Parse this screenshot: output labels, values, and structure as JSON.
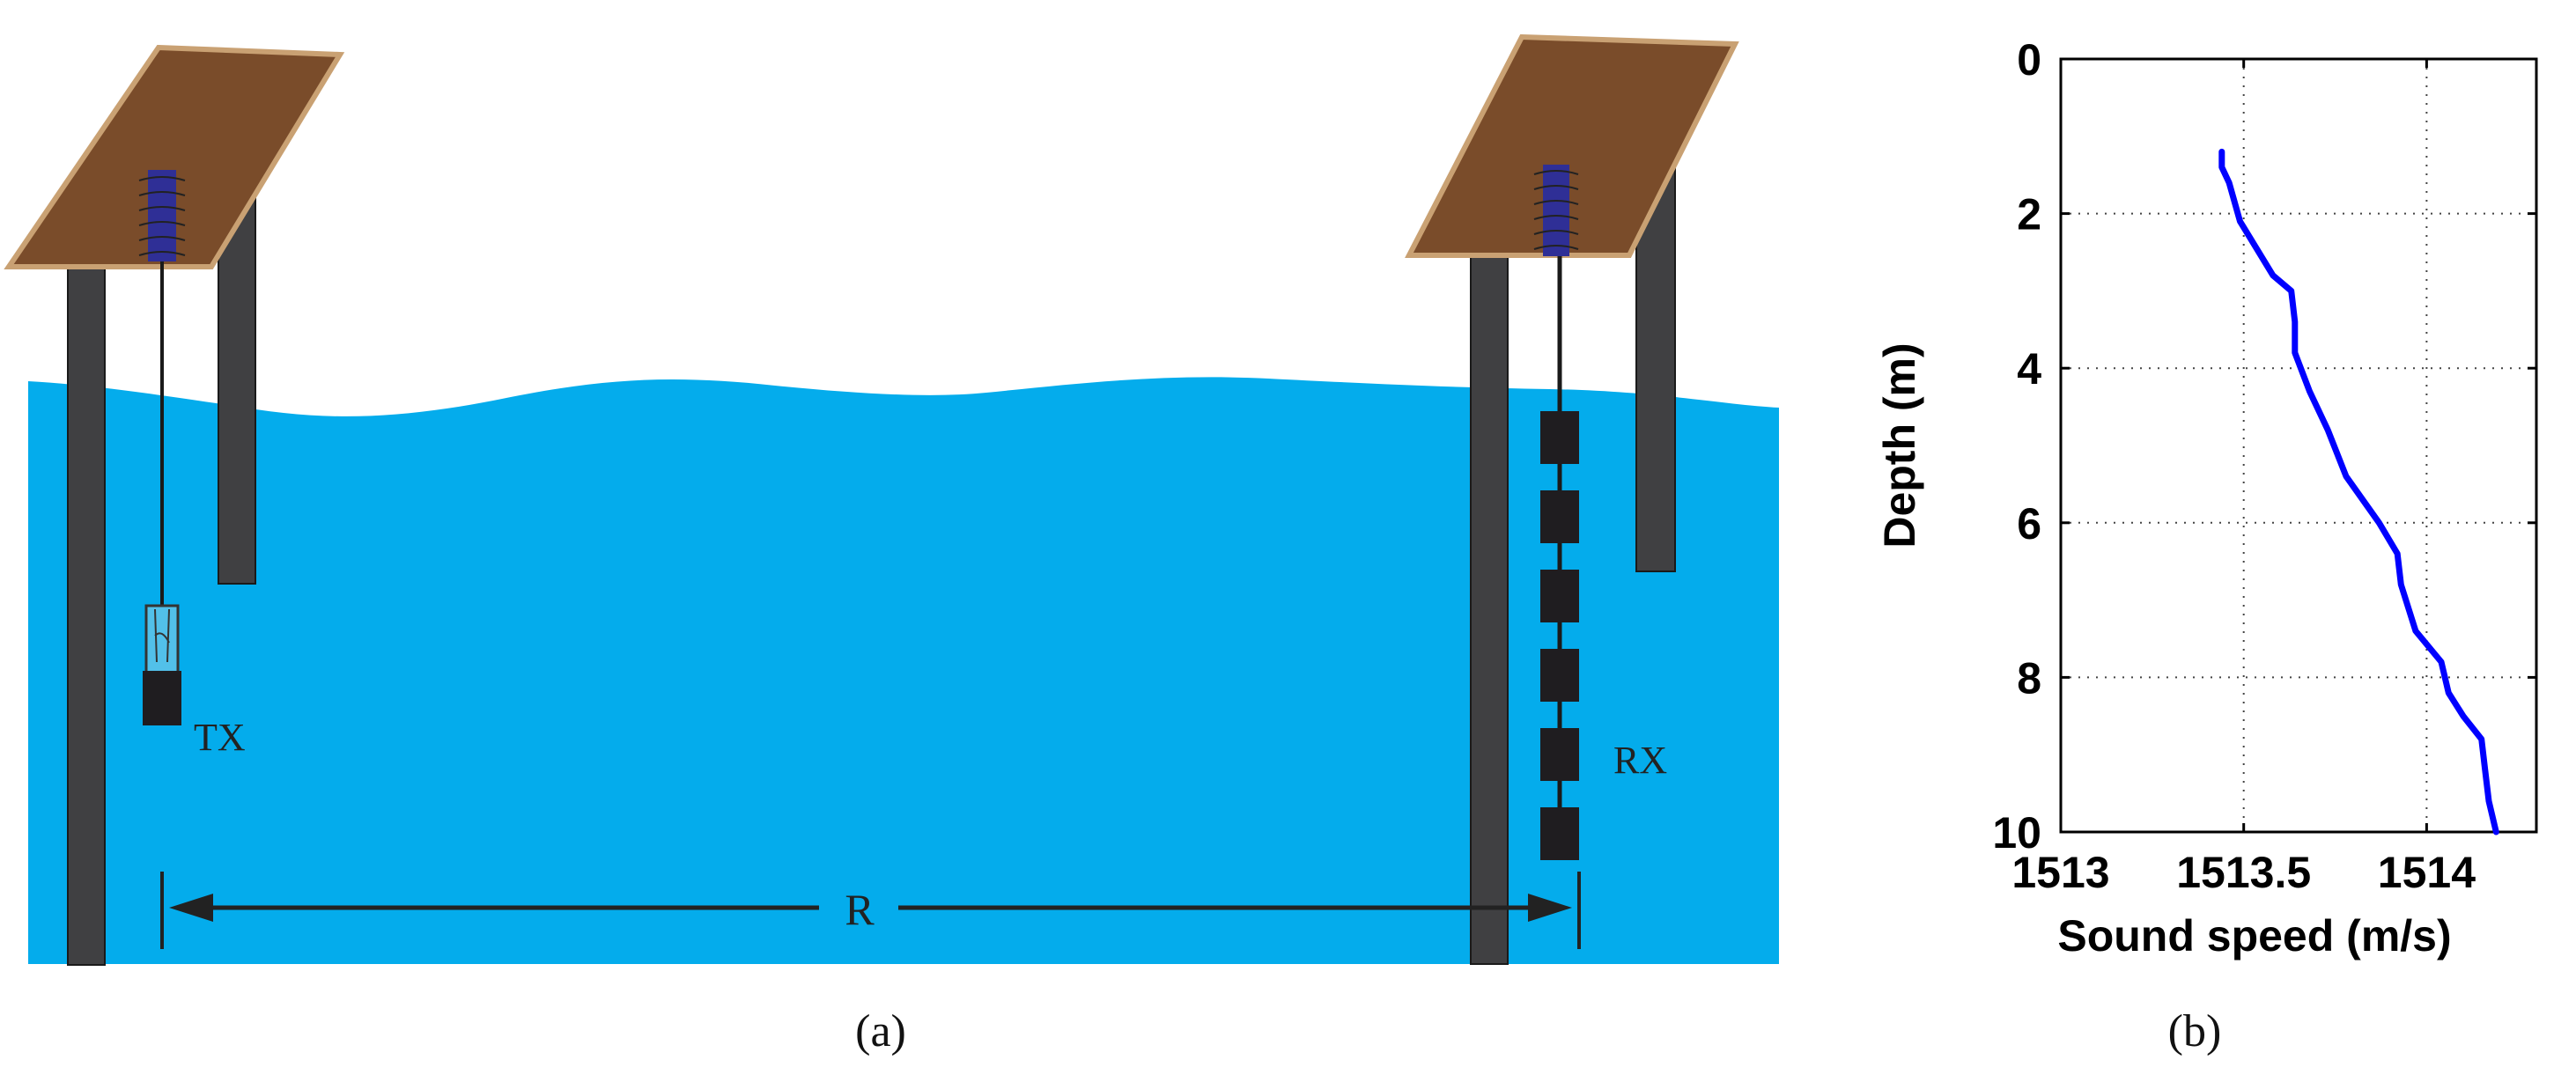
{
  "diagram": {
    "labels": {
      "transmitter": "TX",
      "receiver": "RX",
      "range": "R"
    },
    "caption": "(a)",
    "receiver_element_count": 6,
    "colors": {
      "water": "#04acec",
      "pole": "#404042",
      "platform": "#7a4c2a",
      "platform_edge": "#c9a173",
      "winch": "#2f2f96",
      "hydrophone": "#1f1d20",
      "line": "#111111"
    }
  },
  "chart_data": {
    "type": "line",
    "caption": "(b)",
    "xlabel": "Sound speed (m/s)",
    "ylabel": "Depth (m)",
    "xlim": [
      1513,
      1514.3
    ],
    "ylim": [
      0,
      10
    ],
    "y_reversed": true,
    "grid": true,
    "xticks": [
      1513,
      1513.5,
      1514
    ],
    "xtick_labels": [
      "1513",
      "1513.5",
      "1514"
    ],
    "yticks": [
      0,
      2,
      4,
      6,
      8,
      10
    ],
    "ytick_labels": [
      "0",
      "2",
      "4",
      "6",
      "8",
      "10"
    ],
    "series": [
      {
        "color": "#0000ff",
        "x": [
          1513.44,
          1513.44,
          1513.46,
          1513.49,
          1513.58,
          1513.63,
          1513.64,
          1513.64,
          1513.68,
          1513.73,
          1513.78,
          1513.87,
          1513.92,
          1513.93,
          1513.97,
          1514.04,
          1514.06,
          1514.1,
          1514.15,
          1514.16,
          1514.17,
          1514.19
        ],
        "y": [
          1.2,
          1.4,
          1.6,
          2.1,
          2.8,
          3.0,
          3.4,
          3.8,
          4.3,
          4.8,
          5.4,
          6.0,
          6.4,
          6.8,
          7.4,
          7.8,
          8.2,
          8.5,
          8.8,
          9.2,
          9.6,
          10.0
        ]
      }
    ]
  }
}
